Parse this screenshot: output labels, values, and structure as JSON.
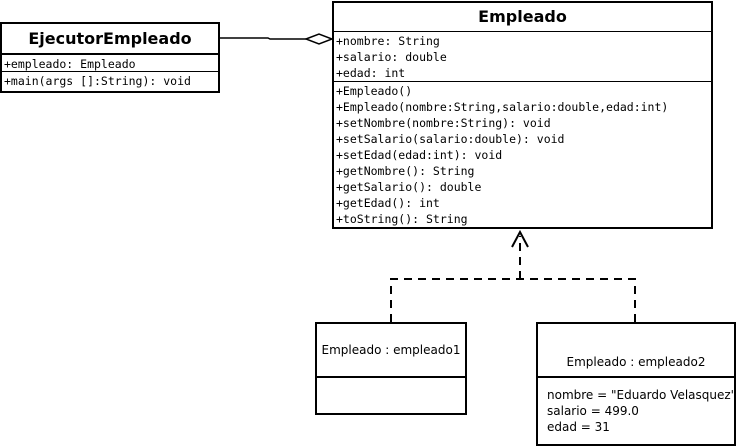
{
  "ejecutor": {
    "title": "EjecutorEmpleado",
    "attributes": [
      "+empleado: Empleado"
    ],
    "methods": [
      "+main(args []:String): void"
    ]
  },
  "empleado": {
    "title": "Empleado",
    "attributes": [
      "+nombre: String",
      "+salario: double",
      "+edad: int"
    ],
    "methods": [
      "+Empleado()",
      "+Empleado(nombre:String,salario:double,edad:int)",
      "+setNombre(nombre:String): void",
      "+setSalario(salario:double): void",
      "+setEdad(edad:int): void",
      "+getNombre(): String",
      "+getSalario(): double",
      "+getEdad(): int",
      "+toString(): String"
    ]
  },
  "objects": {
    "empleado1": {
      "title": "Empleado : empleado1",
      "attributes": []
    },
    "empleado2": {
      "title": "Empleado : empleado2",
      "attributes": [
        "nombre = \"Eduardo Velasquez\"",
        "salario = 499.0",
        "edad = 31"
      ]
    }
  }
}
